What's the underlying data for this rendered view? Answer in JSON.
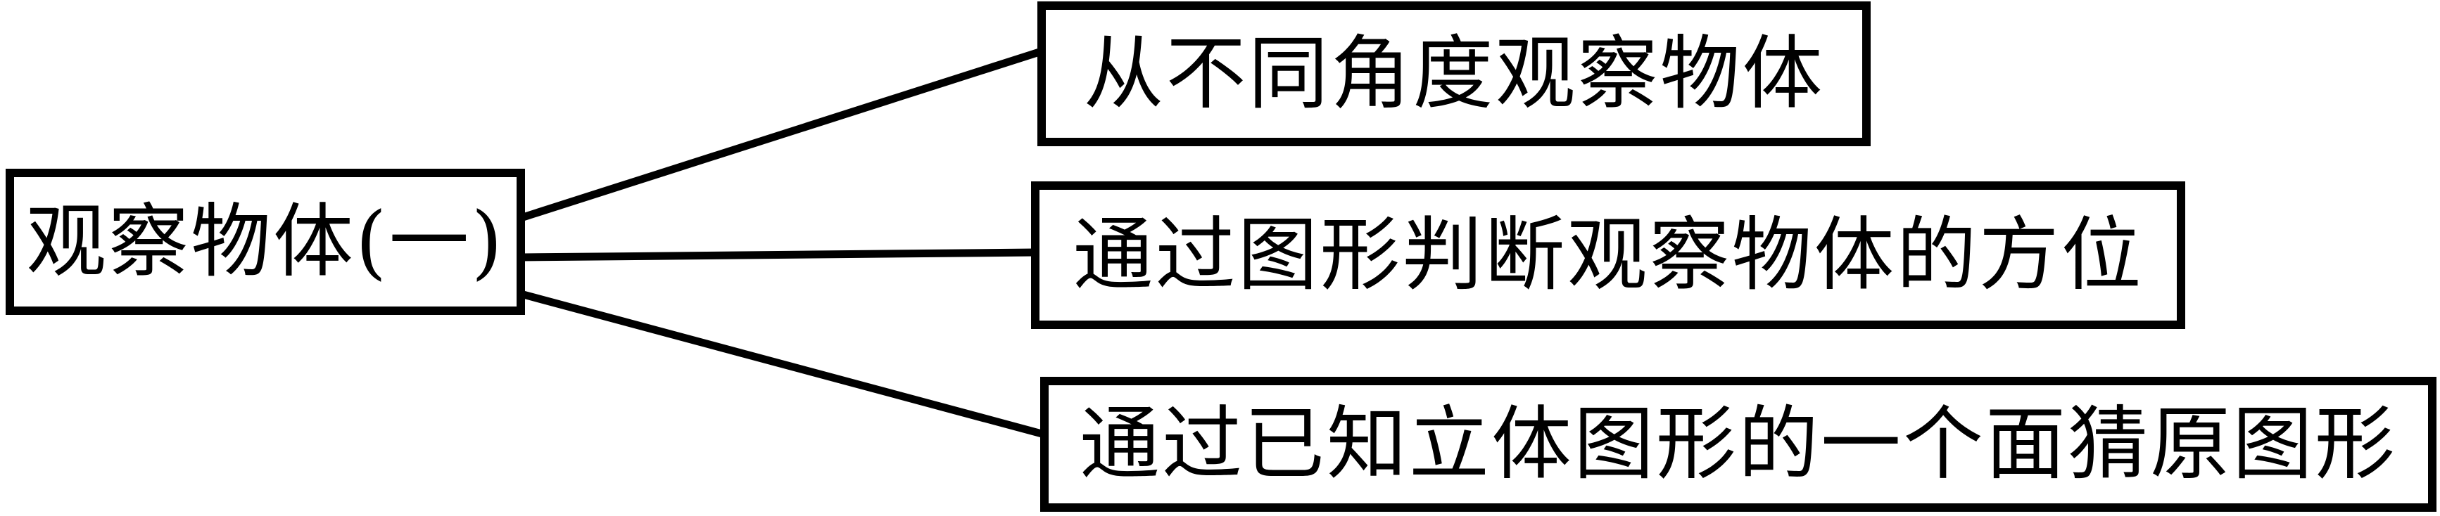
{
  "diagram": {
    "root": {
      "label": "观察物体(一)"
    },
    "branches": [
      {
        "label": "从不同角度观察物体"
      },
      {
        "label": "通过图形判断观察物体的方位"
      },
      {
        "label": "通过已知立体图形的一个面猜原图形"
      }
    ],
    "colors": {
      "background": "#ffffff",
      "line": "#000000",
      "box_border": "#000000",
      "text": "#000000"
    }
  }
}
